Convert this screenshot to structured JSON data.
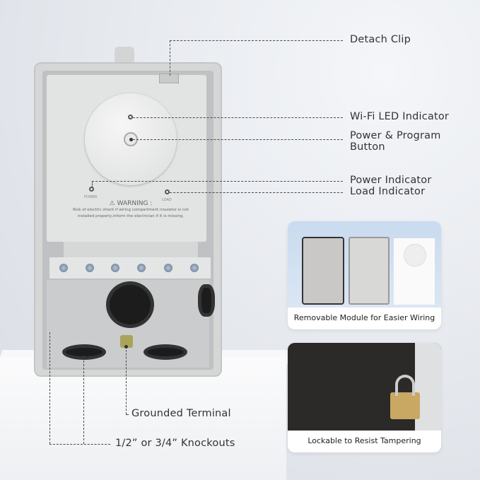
{
  "callouts": {
    "detach_clip": "Detach Clip",
    "wifi_led": "Wi-Fi LED Indicator",
    "power_button_line1": "Power & Program",
    "power_button_line2": "Button",
    "power_indicator": "Power Indicator",
    "load_indicator": "Load Indicator",
    "grounded_terminal": "Grounded Terminal",
    "knockouts": "1/2” or 3/4” Knockouts"
  },
  "device": {
    "power_label": "POWER",
    "load_label": "LOAD",
    "warning_title": "WARNING :",
    "warning_text": "Risk of electric shock if wiring compartment insulator is not installed properly,inform the electrician if it is missing."
  },
  "cards": [
    {
      "caption": "Removable Module for Easier Wiring"
    },
    {
      "caption": "Lockable to Resist Tampering"
    }
  ]
}
